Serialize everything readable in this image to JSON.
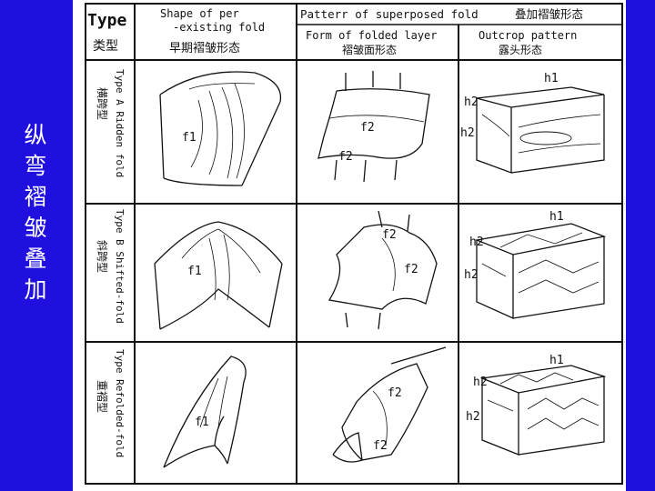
{
  "side_title_chars": [
    "纵",
    "弯",
    "褶",
    "皱",
    "叠",
    "加"
  ],
  "header": {
    "type_en": "Type",
    "type_cn": "类型",
    "shape_en_1": "Shape of per",
    "shape_en_2": "-existing fold",
    "shape_cn": "早期褶皱形态",
    "pattern_en": "Patterr of superposed fold",
    "pattern_cn": "叠加褶皱形态",
    "form_en": "Form of folded layer",
    "form_cn": "褶皱面形态",
    "outcrop_en": "Outcrop pattern",
    "outcrop_cn": "露头形态"
  },
  "rows": [
    {
      "type_en": "Type A Ridden fold",
      "type_cn": "横跨型",
      "f1": "f1",
      "f2a": "f2",
      "f2b": "f2",
      "h1": "h1",
      "h2a": "h2",
      "h2b": "h2"
    },
    {
      "type_en": "Type B Shifted-fold",
      "type_cn": "斜跨型",
      "f1": "f1",
      "f2a": "f2",
      "f2b": "f2",
      "h1": "h1",
      "h2a": "h2",
      "h2b": "h2"
    },
    {
      "type_en": "Type Refolded-fold",
      "type_cn": "重褶型",
      "f1": "f1",
      "f2a": "f2",
      "f2b": "f2",
      "h1": "h1",
      "h2a": "h2",
      "h2b": "h2"
    }
  ]
}
